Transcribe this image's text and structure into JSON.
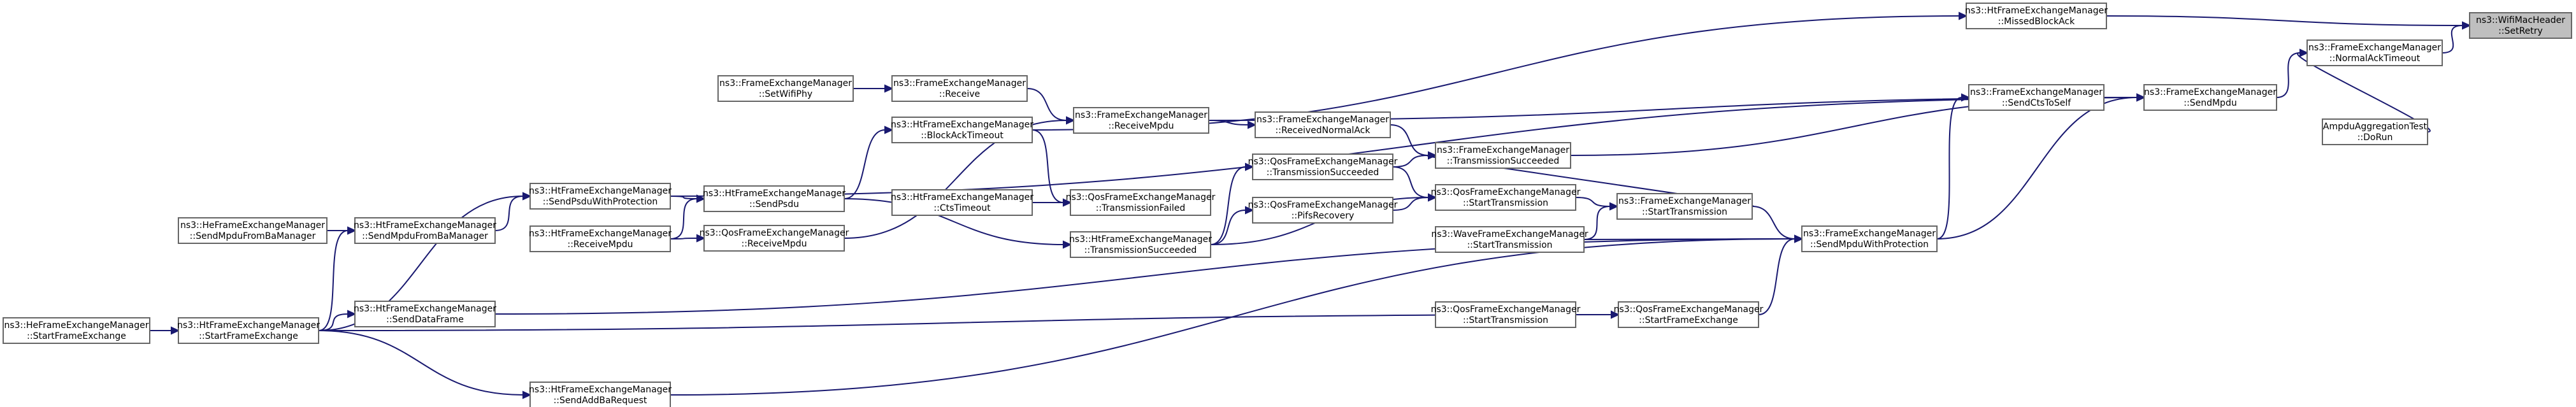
{
  "nodes": [
    {
      "id": "root",
      "line1": "ns3::WifiMacHeader",
      "line2": "::SetRetry"
    },
    {
      "id": "normal_ack_timeout",
      "line1": "ns3::FrameExchangeManager",
      "line2": "::NormalAckTimeout"
    },
    {
      "id": "missed_block_ack",
      "line1": "ns3::HtFrameExchangeManager",
      "line2": "::MissedBlockAck"
    },
    {
      "id": "ampdu_test",
      "line1": "AmpduAggregationTest",
      "line2": "::DoRun"
    },
    {
      "id": "send_mpdu",
      "line1": "ns3::FrameExchangeManager",
      "line2": "::SendMpdu"
    },
    {
      "id": "send_cts_to_self",
      "line1": "ns3::FrameExchangeManager",
      "line2": "::SendCtsToSelf"
    },
    {
      "id": "send_mpdu_with_protection",
      "line1": "ns3::FrameExchangeManager",
      "line2": "::SendMpduWithProtection"
    },
    {
      "id": "transmission_succeeded",
      "line1": "ns3::FrameExchangeManager",
      "line2": "::TransmissionSucceeded"
    },
    {
      "id": "fem_start_transmission",
      "line1": "ns3::FrameExchangeManager",
      "line2": "::StartTransmission"
    },
    {
      "id": "received_normal_ack",
      "line1": "ns3::FrameExchangeManager",
      "line2": "::ReceivedNormalAck"
    },
    {
      "id": "qos_transmission_succeeded",
      "line1": "ns3::QosFrameExchangeManager",
      "line2": "::TransmissionSucceeded"
    },
    {
      "id": "qos_start_transmission_b",
      "line1": "ns3::QosFrameExchangeManager",
      "line2": "::StartTransmission"
    },
    {
      "id": "wave_start_transmission",
      "line1": "ns3::WaveFrameExchangeManager",
      "line2": "::StartTransmission"
    },
    {
      "id": "pifs_recovery",
      "line1": "ns3::QosFrameExchangeManager",
      "line2": "::PifsRecovery"
    },
    {
      "id": "qos_start_frame_exchange",
      "line1": "ns3::QosFrameExchangeManager",
      "line2": "::StartFrameExchange"
    },
    {
      "id": "qos_start_transmission_a",
      "line1": "ns3::QosFrameExchangeManager",
      "line2": "::StartTransmission"
    },
    {
      "id": "receive_mpdu",
      "line1": "ns3::FrameExchangeManager",
      "line2": "::ReceiveMpdu"
    },
    {
      "id": "fem_receive",
      "line1": "ns3::FrameExchangeManager",
      "line2": "::Receive"
    },
    {
      "id": "block_ack_timeout",
      "line1": "ns3::HtFrameExchangeManager",
      "line2": "::BlockAckTimeout"
    },
    {
      "id": "transmission_failed",
      "line1": "ns3::QosFrameExchangeManager",
      "line2": "::TransmissionFailed"
    },
    {
      "id": "cts_timeout",
      "line1": "ns3::HtFrameExchangeManager",
      "line2": "::CtsTimeout"
    },
    {
      "id": "ht_transmission_succeeded",
      "line1": "ns3::HtFrameExchangeManager",
      "line2": "::TransmissionSucceeded"
    },
    {
      "id": "set_wifi_phy",
      "line1": "ns3::FrameExchangeManager",
      "line2": "::SetWifiPhy"
    },
    {
      "id": "ht_send_psdu",
      "line1": "ns3::HtFrameExchangeManager",
      "line2": "::SendPsdu"
    },
    {
      "id": "qos_receive_mpdu",
      "line1": "ns3::QosFrameExchangeManager",
      "line2": "::ReceiveMpdu"
    },
    {
      "id": "ht_send_psdu_with_protection",
      "line1": "ns3::HtFrameExchangeManager",
      "line2": "::SendPsduWithProtection"
    },
    {
      "id": "ht_receive_mpdu",
      "line1": "ns3::HtFrameExchangeManager",
      "line2": "::ReceiveMpdu"
    },
    {
      "id": "ht_send_mpdu_from_ba_manager",
      "line1": "ns3::HtFrameExchangeManager",
      "line2": "::SendMpduFromBaManager"
    },
    {
      "id": "ht_send_data_frame",
      "line1": "ns3::HtFrameExchangeManager",
      "line2": "::SendDataFrame"
    },
    {
      "id": "ht_start_frame_exchange",
      "line1": "ns3::HtFrameExchangeManager",
      "line2": "::StartFrameExchange"
    },
    {
      "id": "ht_send_addba_request",
      "line1": "ns3::HtFrameExchangeManager",
      "line2": "::SendAddBaRequest"
    },
    {
      "id": "he_send_mpdu_from_ba_manager",
      "line1": "ns3::HeFrameExchangeManager",
      "line2": "::SendMpduFromBaManager"
    },
    {
      "id": "he_start_frame_exchange",
      "line1": "ns3::HeFrameExchangeManager",
      "line2": "::StartFrameExchange"
    }
  ],
  "edges": [
    [
      "normal_ack_timeout",
      "root"
    ],
    [
      "missed_block_ack",
      "root"
    ],
    [
      "ampdu_test",
      "normal_ack_timeout"
    ],
    [
      "send_mpdu",
      "normal_ack_timeout"
    ],
    [
      "send_cts_to_self",
      "send_mpdu"
    ],
    [
      "send_mpdu_with_protection",
      "send_mpdu"
    ],
    [
      "transmission_succeeded",
      "send_mpdu"
    ],
    [
      "ht_send_psdu_with_protection",
      "send_mpdu"
    ],
    [
      "receive_mpdu",
      "send_mpdu"
    ],
    [
      "send_mpdu_with_protection",
      "send_cts_to_self"
    ],
    [
      "block_ack_timeout",
      "missed_block_ack"
    ],
    [
      "received_normal_ack",
      "transmission_succeeded"
    ],
    [
      "qos_transmission_succeeded",
      "transmission_succeeded"
    ],
    [
      "fem_start_transmission",
      "transmission_succeeded"
    ],
    [
      "fem_start_transmission",
      "send_mpdu_with_protection"
    ],
    [
      "wave_start_transmission",
      "send_mpdu_with_protection"
    ],
    [
      "qos_start_frame_exchange",
      "send_mpdu_with_protection"
    ],
    [
      "ht_send_data_frame",
      "send_mpdu_with_protection"
    ],
    [
      "qos_start_transmission_b",
      "fem_start_transmission"
    ],
    [
      "wave_start_transmission",
      "fem_start_transmission"
    ],
    [
      "receive_mpdu",
      "received_normal_ack"
    ],
    [
      "ht_transmission_succeeded",
      "qos_transmission_succeeded"
    ],
    [
      "qos_transmission_succeeded",
      "qos_start_transmission_b"
    ],
    [
      "pifs_recovery",
      "qos_start_transmission_b"
    ],
    [
      "ht_transmission_succeeded",
      "qos_start_transmission_b"
    ],
    [
      "ht_transmission_succeeded",
      "pifs_recovery"
    ],
    [
      "qos_start_transmission_a",
      "qos_start_frame_exchange"
    ],
    [
      "ht_start_frame_exchange",
      "qos_start_frame_exchange"
    ],
    [
      "fem_receive",
      "receive_mpdu"
    ],
    [
      "qos_receive_mpdu",
      "receive_mpdu"
    ],
    [
      "set_wifi_phy",
      "fem_receive"
    ],
    [
      "ht_send_psdu",
      "block_ack_timeout"
    ],
    [
      "block_ack_timeout",
      "transmission_failed"
    ],
    [
      "cts_timeout",
      "transmission_failed"
    ],
    [
      "ht_send_psdu",
      "ht_transmission_succeeded"
    ],
    [
      "ht_send_psdu_with_protection",
      "ht_send_psdu"
    ],
    [
      "ht_receive_mpdu",
      "ht_send_psdu"
    ],
    [
      "ht_receive_mpdu",
      "qos_receive_mpdu"
    ],
    [
      "ht_send_mpdu_from_ba_manager",
      "ht_send_psdu_with_protection"
    ],
    [
      "ht_start_frame_exchange",
      "ht_send_psdu_with_protection"
    ],
    [
      "ht_start_frame_exchange",
      "ht_send_mpdu_from_ba_manager"
    ],
    [
      "he_send_mpdu_from_ba_manager",
      "ht_send_mpdu_from_ba_manager"
    ],
    [
      "ht_start_frame_exchange",
      "ht_send_data_frame"
    ],
    [
      "ht_send_addba_request",
      "send_mpdu_with_protection"
    ],
    [
      "ht_start_frame_exchange",
      "ht_send_addba_request"
    ],
    [
      "he_start_frame_exchange",
      "ht_start_frame_exchange"
    ]
  ]
}
